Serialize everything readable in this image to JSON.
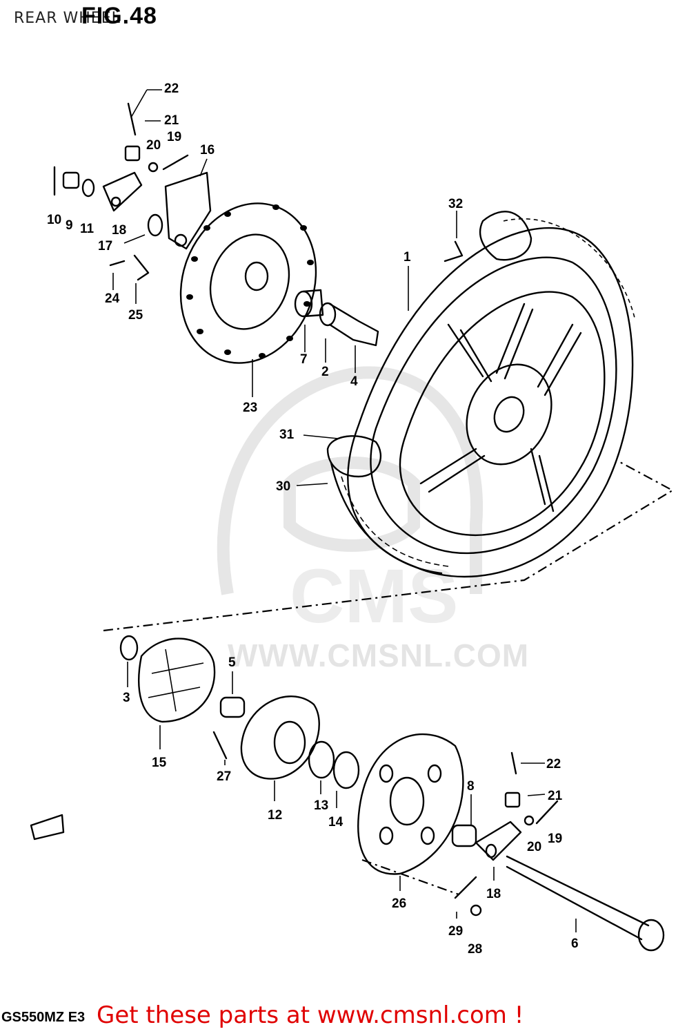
{
  "diagram": {
    "heading": "REAR WHEEL",
    "figure_number": "FIG.48",
    "model_code": "GS550MZ E3",
    "footer_link": "Get these parts at www.cmsnl.com !",
    "watermark_site": "WWW.CMSNL.COM",
    "watermark_brand": "CMS",
    "callouts": {
      "c1": "1",
      "c2": "2",
      "c3": "3",
      "c4": "4",
      "c5": "5",
      "c6": "6",
      "c7": "7",
      "c8": "8",
      "c9": "9",
      "c10": "10",
      "c11": "11",
      "c12": "12",
      "c13": "13",
      "c14": "14",
      "c15": "15",
      "c16": "16",
      "c17": "17",
      "c18a": "18",
      "c18b": "18",
      "c19a": "19",
      "c19b": "19",
      "c20a": "20",
      "c20b": "20",
      "c21a": "21",
      "c21b": "21",
      "c22a": "22",
      "c22b": "22",
      "c23": "23",
      "c24": "24",
      "c25": "25",
      "c26": "26",
      "c27": "27",
      "c28": "28",
      "c29": "29",
      "c30": "30",
      "c31": "31",
      "c32": "32"
    }
  }
}
